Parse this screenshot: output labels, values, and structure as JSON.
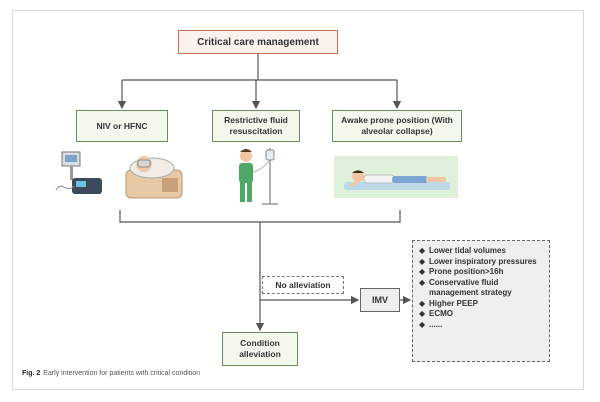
{
  "diagram": {
    "title_box": "Critical care management",
    "branches": [
      {
        "label": "NIV or HFNC"
      },
      {
        "label": "Restrictive fluid resuscitation"
      },
      {
        "label": "Awake prone position (With alveolar collapse)"
      }
    ],
    "no_alleviation": "No alleviation",
    "imv": "IMV",
    "condition_alleviation": "Condition alleviation",
    "imv_strategies": [
      "Lower tidal volumes",
      "Lower inspiratory pressures",
      "Prone position>16h",
      "Conservative fluid management strategy",
      "Higher PEEP",
      "ECMO",
      "......"
    ],
    "bullet_symbol": "◆"
  },
  "caption": {
    "label": "Fig. 2",
    "text": "Early intervention for patients with critical condition"
  },
  "colors": {
    "box_border": "#6d8a5e",
    "box_fill": "#f3f8ec",
    "top_border": "#c86d52",
    "line": "#555555"
  },
  "icons": [
    "ventilator-icon",
    "patient-in-bed-icon",
    "person-with-iv-drip-icon",
    "prone-patient-icon"
  ]
}
